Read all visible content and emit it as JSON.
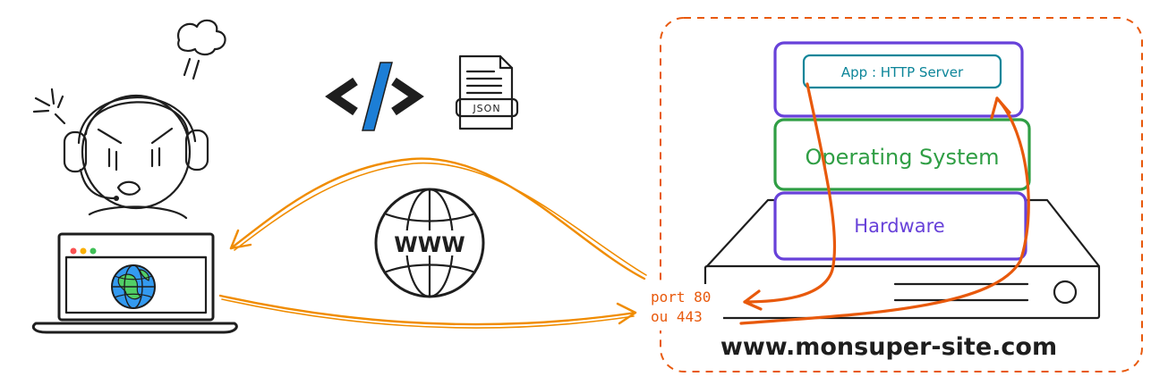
{
  "code_symbol": "</>",
  "json_doc": {
    "label": "JSON"
  },
  "www_globe": {
    "label": "WWW"
  },
  "server_stack": {
    "app_label": "App : HTTP Server",
    "os_label": "Operating System",
    "hardware_label": "Hardware"
  },
  "port_label": {
    "line1": "port 80",
    "line2": "ou 443"
  },
  "domain_label": "www.monsuper-site.com",
  "colors": {
    "orange_arrow": "#f08c00",
    "red_arrow": "#e8590c",
    "purple": "#6741d9",
    "green": "#2f9e44",
    "teal": "#0c8599",
    "blue_code": "#1c7ed6",
    "dashed_border": "#e8590c"
  },
  "icons": [
    "angry-user-icon",
    "laptop-icon",
    "browser-globe-icon",
    "code-icon",
    "json-file-icon",
    "www-globe-icon",
    "server-rack-icon"
  ]
}
